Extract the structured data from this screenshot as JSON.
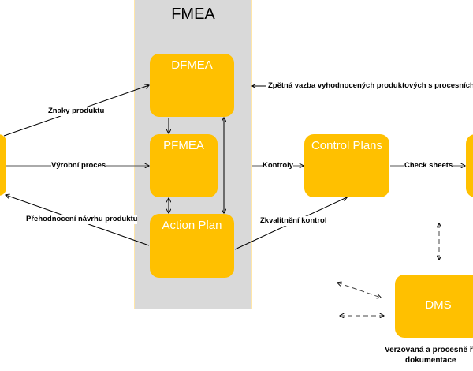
{
  "container": {
    "title": "FMEA"
  },
  "boxes": {
    "dfmea": "DFMEA",
    "pfmea": "PFMEA",
    "action_plan": "Action Plan",
    "control_plans": "Control Plans",
    "dms": "DMS"
  },
  "labels": {
    "feedback": "Zpětná vazba vyhodnocených produktových s procesních",
    "product_features": "Znaky produktu",
    "production_process": "Výrobní proces",
    "design_reevaluation": "Přehodnocení návrhu produktu",
    "controls": "Kontroly",
    "control_improvement": "Zkvalitnění kontrol",
    "check_sheets": "Check sheets"
  },
  "footnote": {
    "line1": "Verzovaná a procesně říz",
    "line2": "dokumentace"
  },
  "colors": {
    "box": "#ffc000",
    "container": "#d9d9d9"
  }
}
